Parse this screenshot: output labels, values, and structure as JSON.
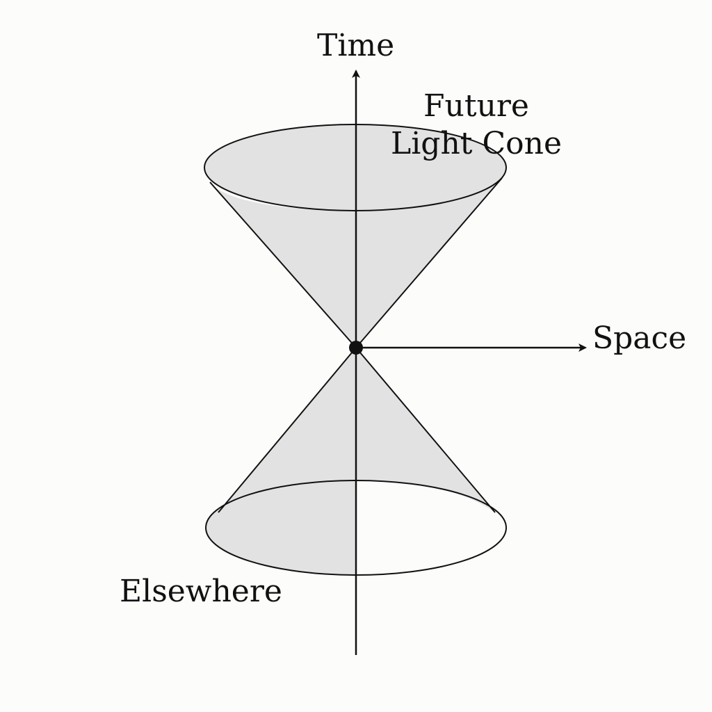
{
  "labels": {
    "time_axis": "Time",
    "space_axis": "Space",
    "future_cone_line1": "Future",
    "future_cone_line2": "Light Cone",
    "elsewhere": "Elsewhere"
  },
  "colors": {
    "background": "#fcfcfa",
    "cone_fill": "#e2e2e2",
    "line": "#111111"
  }
}
